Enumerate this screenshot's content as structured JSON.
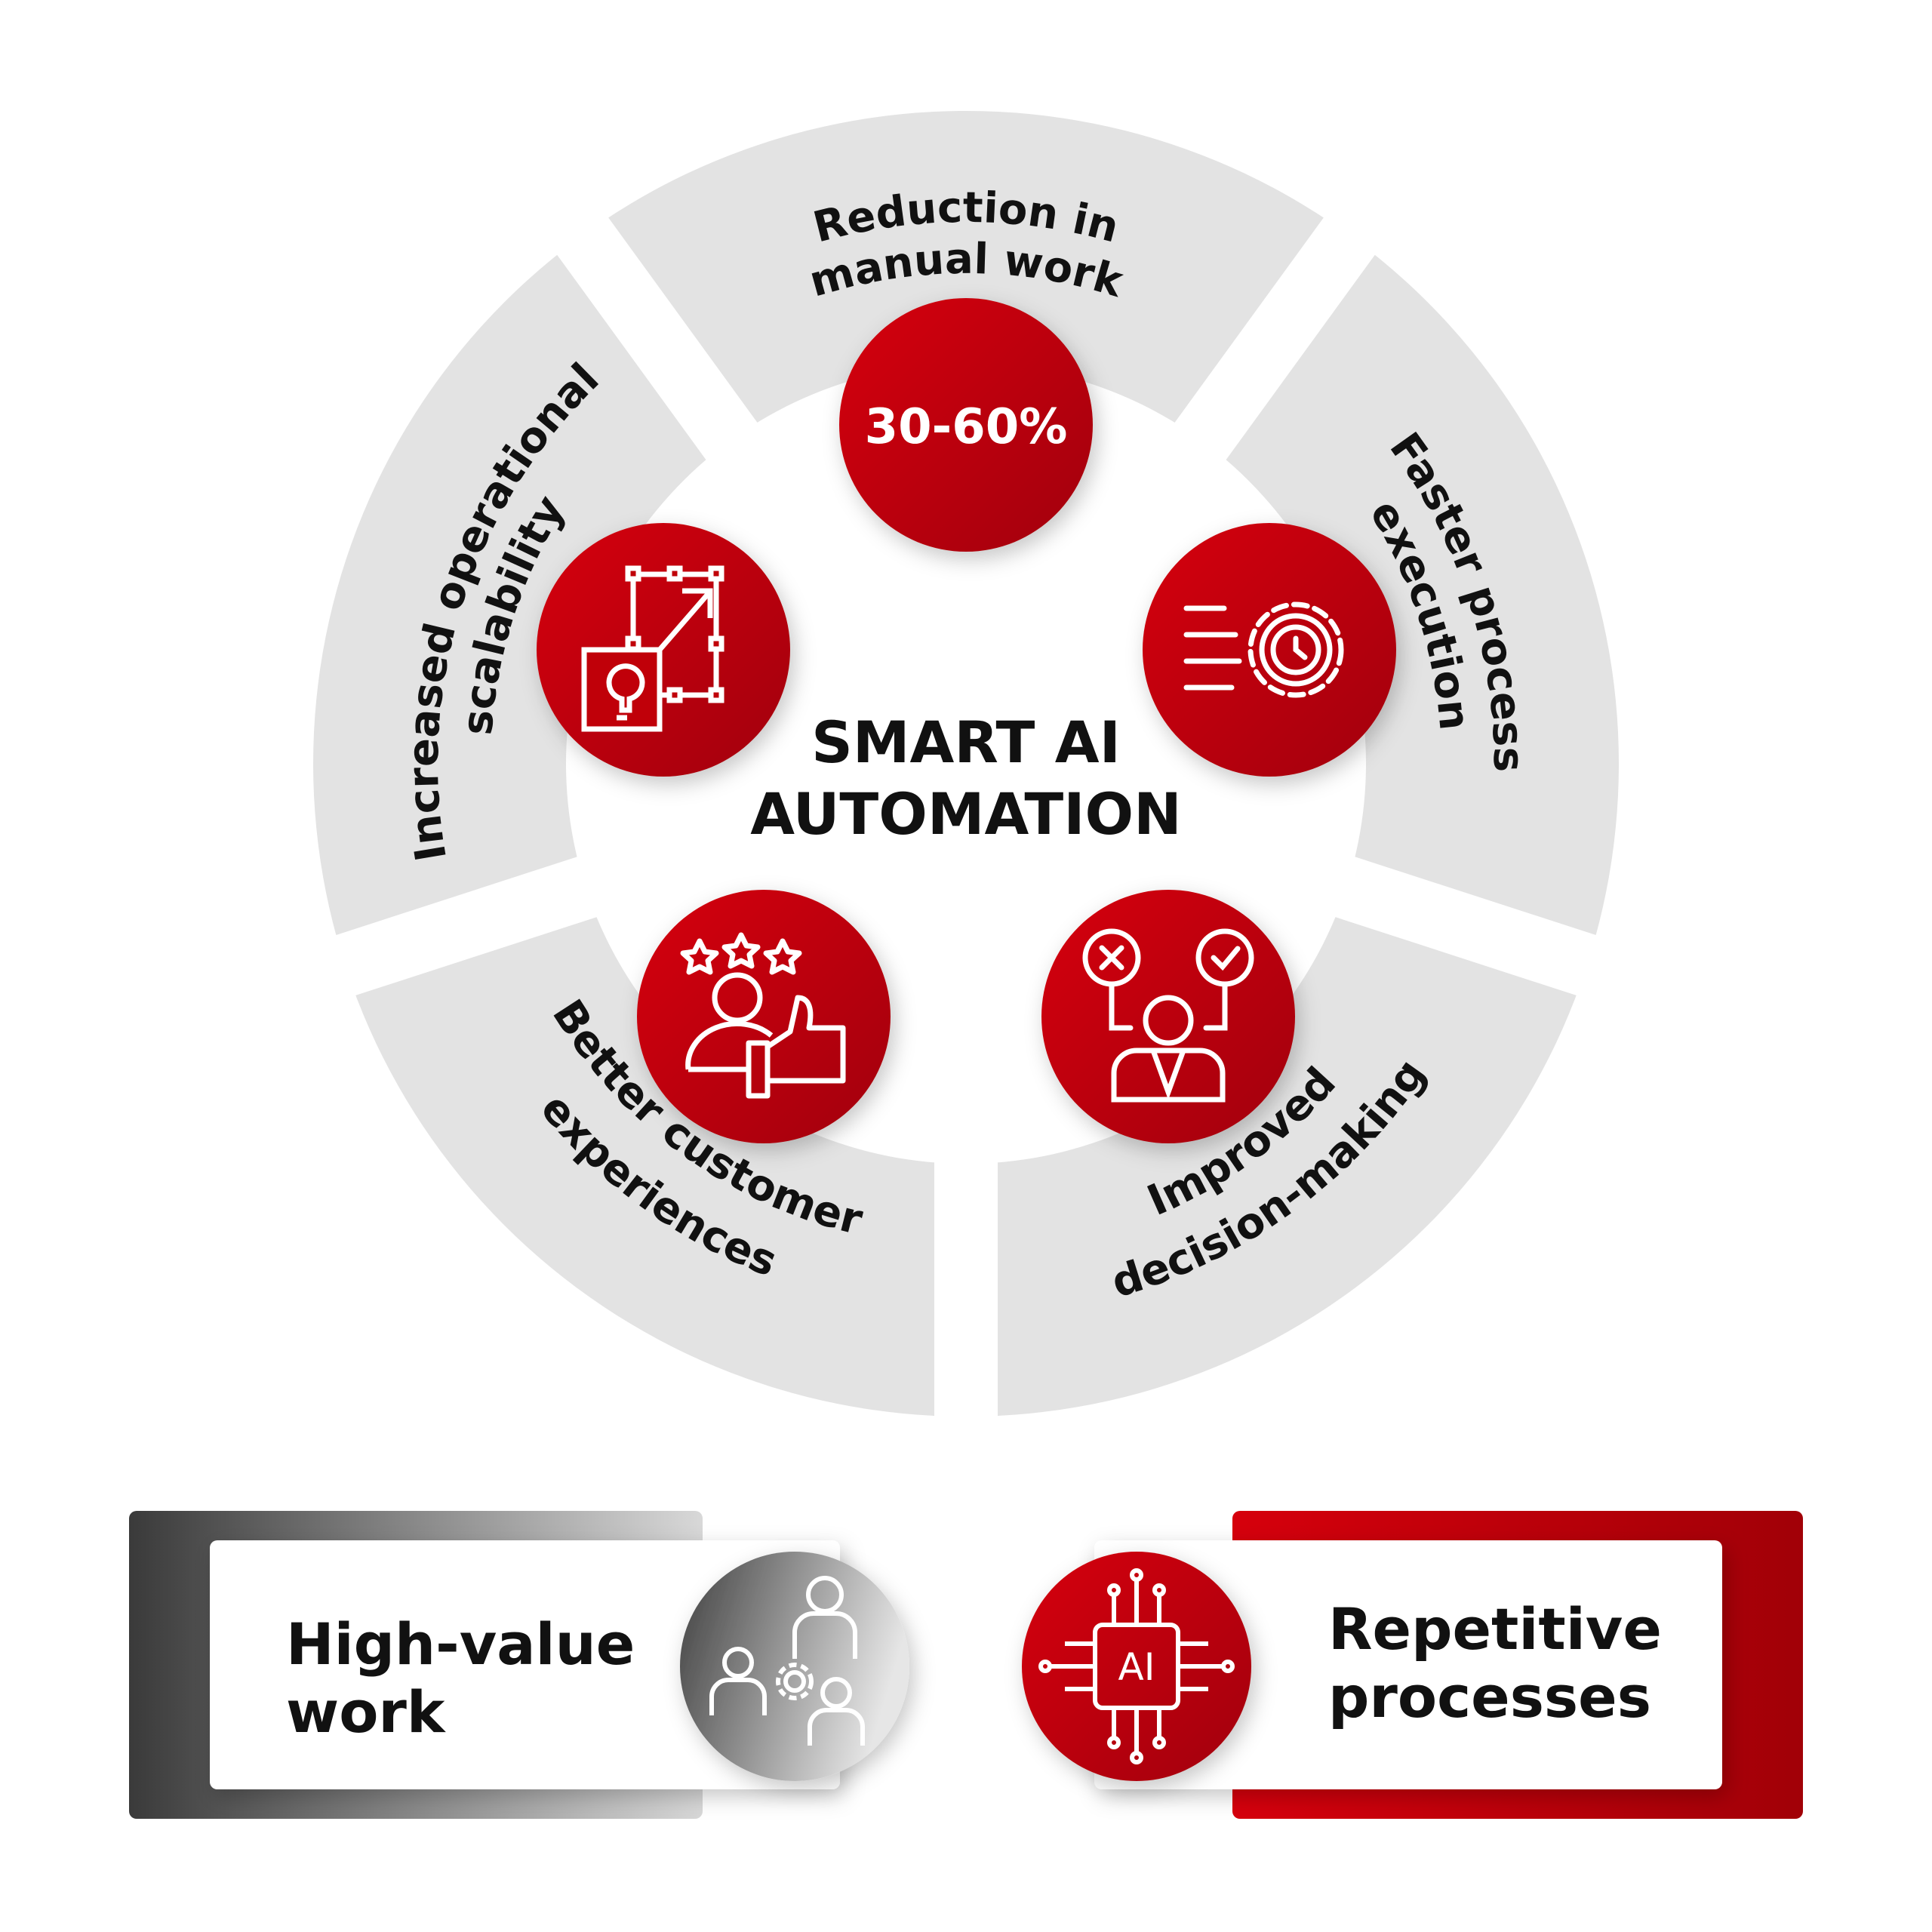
{
  "center_title": [
    "SMART AI",
    "AUTOMATION"
  ],
  "segments": [
    {
      "id": "reduction",
      "lines": [
        "Reduction in",
        "manual work"
      ],
      "badge": "30-60%",
      "icon": "percentage-badge"
    },
    {
      "id": "faster",
      "lines": [
        "Faster process",
        "execution"
      ],
      "icon": "gear-clock-speed-icon"
    },
    {
      "id": "decision",
      "lines": [
        "Improved",
        "decision-making"
      ],
      "icon": "person-decision-icon"
    },
    {
      "id": "customer",
      "lines": [
        "Better customer",
        "experiences"
      ],
      "icon": "person-thumbs-up-stars-icon"
    },
    {
      "id": "scalability",
      "lines": [
        "Increased operational",
        "scalability"
      ],
      "icon": "scale-up-lightbulb-icon"
    }
  ],
  "bottom": {
    "left": {
      "lines": [
        "High-value",
        "work"
      ],
      "icon": "team-gear-icon"
    },
    "right": {
      "lines": [
        "Repetitive",
        "processes"
      ],
      "icon": "ai-chip-icon",
      "chip_label": "AI"
    }
  },
  "colors": {
    "red_light": "#d4000b",
    "red_dark": "#a30007",
    "ring": "#e3e3e3",
    "grey_dark": "#3c3c3c"
  }
}
